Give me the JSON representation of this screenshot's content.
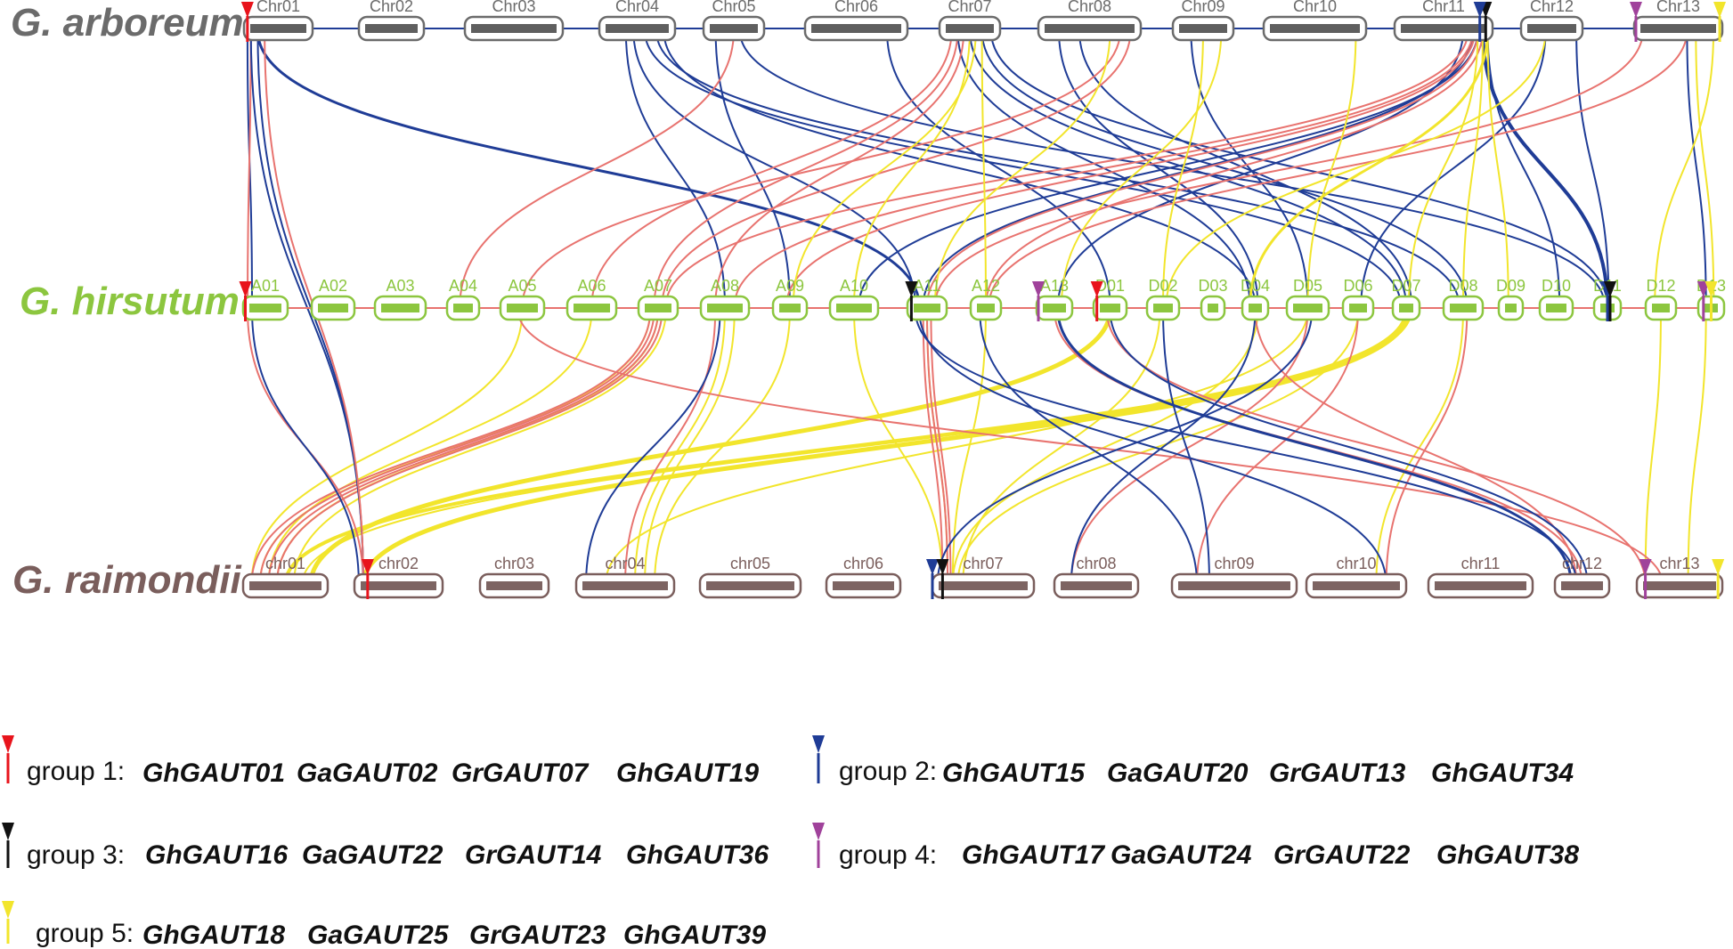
{
  "genomes": [
    {
      "key": "ga",
      "label": "G. arboreum",
      "color": "#6b6b6b",
      "chr_label_color": "#6b6b6b",
      "bar_color": "#5f5f5f",
      "chromosomes": [
        "Chr01",
        "Chr02",
        "Chr03",
        "Chr04",
        "Chr05",
        "Chr06",
        "Chr07",
        "Chr08",
        "Chr09",
        "Chr10",
        "Chr11",
        "Chr12",
        "Chr13"
      ]
    },
    {
      "key": "gh",
      "label": "G. hirsutum",
      "color": "#8cc63f",
      "chr_label_color": "#8cc63f",
      "bar_color": "#8cc63f",
      "chromosomes": [
        "A01",
        "A02",
        "A03",
        "A04",
        "A05",
        "A06",
        "A07",
        "A08",
        "A09",
        "A10",
        "A11",
        "A12",
        "A13",
        "D01",
        "D02",
        "D03",
        "D04",
        "D05",
        "D06",
        "D07",
        "D08",
        "D09",
        "D10",
        "D11",
        "D12",
        "D13"
      ]
    },
    {
      "key": "gr",
      "label": "G. raimondii",
      "color": "#7a5e5c",
      "chr_label_color": "#7a5e5c",
      "bar_color": "#7d6462",
      "chromosomes": [
        "chr01",
        "chr02",
        "chr03",
        "chr04",
        "chr05",
        "chr06",
        "chr07",
        "chr08",
        "chr09",
        "chr10",
        "chr11",
        "chr12",
        "chr13"
      ]
    }
  ],
  "link_colors": {
    "segmental": "#e8736f",
    "blue": "#1f3c96",
    "yellow": "#f2e52c"
  },
  "legend": [
    {
      "group": "group 1:",
      "color": "#e8141c",
      "genes": [
        "GhGAUT01",
        "GaGAUT02",
        "GrGAUT07",
        "GhGAUT19"
      ]
    },
    {
      "group": "group 2:",
      "color": "#1f3c96",
      "genes": [
        "GhGAUT15",
        "GaGAUT20",
        "GrGAUT13",
        "GhGAUT34"
      ]
    },
    {
      "group": "group 3:",
      "color": "#111111",
      "genes": [
        "GhGAUT16",
        "GaGAUT22",
        "GrGAUT14",
        "GhGAUT36"
      ]
    },
    {
      "group": "group 4:",
      "color": "#a0429b",
      "genes": [
        "GhGAUT17",
        "GaGAUT24",
        "GrGAUT22",
        "GhGAUT38"
      ]
    },
    {
      "group": "group 5:",
      "color": "#f2e52c",
      "genes": [
        "GhGAUT18",
        "GaGAUT25",
        "GrGAUT23",
        "GhGAUT39"
      ]
    }
  ]
}
